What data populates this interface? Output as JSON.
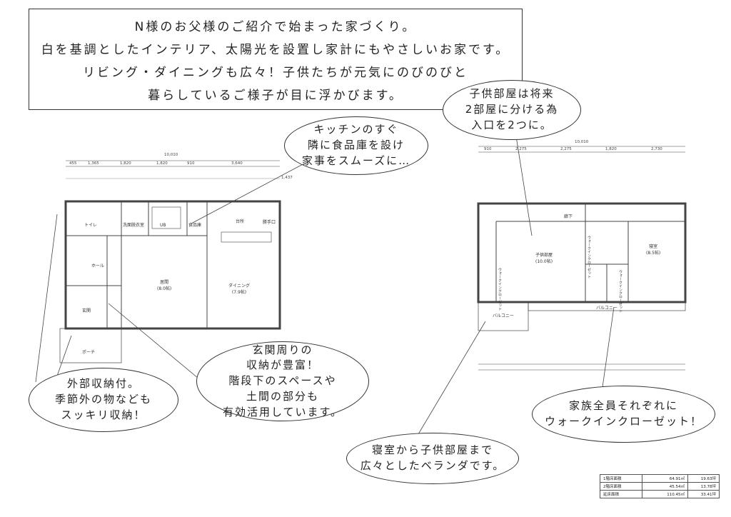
{
  "intro": {
    "lines": [
      "N様のお父様のご紹介で始まった家づくり。",
      "白を基調としたインテリア、太陽光を設置し家計にもやさしいお家です。",
      "リビング・ダイニングも広々！子供たちが元気にのびのびと",
      "暮らしているご様子が目に浮かびます。"
    ]
  },
  "callouts": {
    "kitchen": [
      "キッチンのすぐ",
      "隣に食品庫を設け",
      "家事をスムーズに…"
    ],
    "kids": [
      "子供部屋は将来",
      "2部屋に分ける為",
      "入口を2つに。"
    ],
    "entrance": [
      "玄関周りの",
      "収納が豊富！",
      "階段下のスペースや",
      "土間の部分も",
      "有効活用しています。"
    ],
    "outdoor": [
      "外部収納付。",
      "季節外の物なども",
      "スッキリ収納！"
    ],
    "closet": [
      "家族全員それぞれに",
      "ウォークインクローゼット！"
    ],
    "veranda": [
      "寝室から子供部屋まで",
      "広々としたベランダです。"
    ]
  },
  "floor1": {
    "total_dim": "10,010",
    "dims": [
      "455",
      "1,365",
      "1,820",
      "1,820",
      "910",
      "3,640"
    ],
    "extra_dim": "1,437",
    "rooms": [
      "トイレ",
      "洗面脱衣室",
      "UB",
      "食品庫",
      "台所",
      "玄関",
      "ホール",
      "居間\n(8.0帖)",
      "ダイニング\n(7.9帖)",
      "ポーチ",
      "勝手口"
    ]
  },
  "floor2": {
    "total_dim": "10,010",
    "dims": [
      "910",
      "2,275",
      "2,275",
      "1,820",
      "2,730"
    ],
    "rooms": [
      "子供部屋\n(10.0帖)",
      "寝室\n(8.5帖)",
      "廊下",
      "バルコニー",
      "バルコニー",
      "ウォークインクローゼット",
      "ウォークインクローゼット",
      "ウォークインクローゼット"
    ]
  },
  "area_table": [
    {
      "label": "1階床面積",
      "sqm": "64.91㎡",
      "tsubo": "19.63坪"
    },
    {
      "label": "2階床面積",
      "sqm": "45.54㎡",
      "tsubo": "13.78坪"
    },
    {
      "label": "延床面積",
      "sqm": "110.45㎡",
      "tsubo": "33.41坪"
    }
  ]
}
